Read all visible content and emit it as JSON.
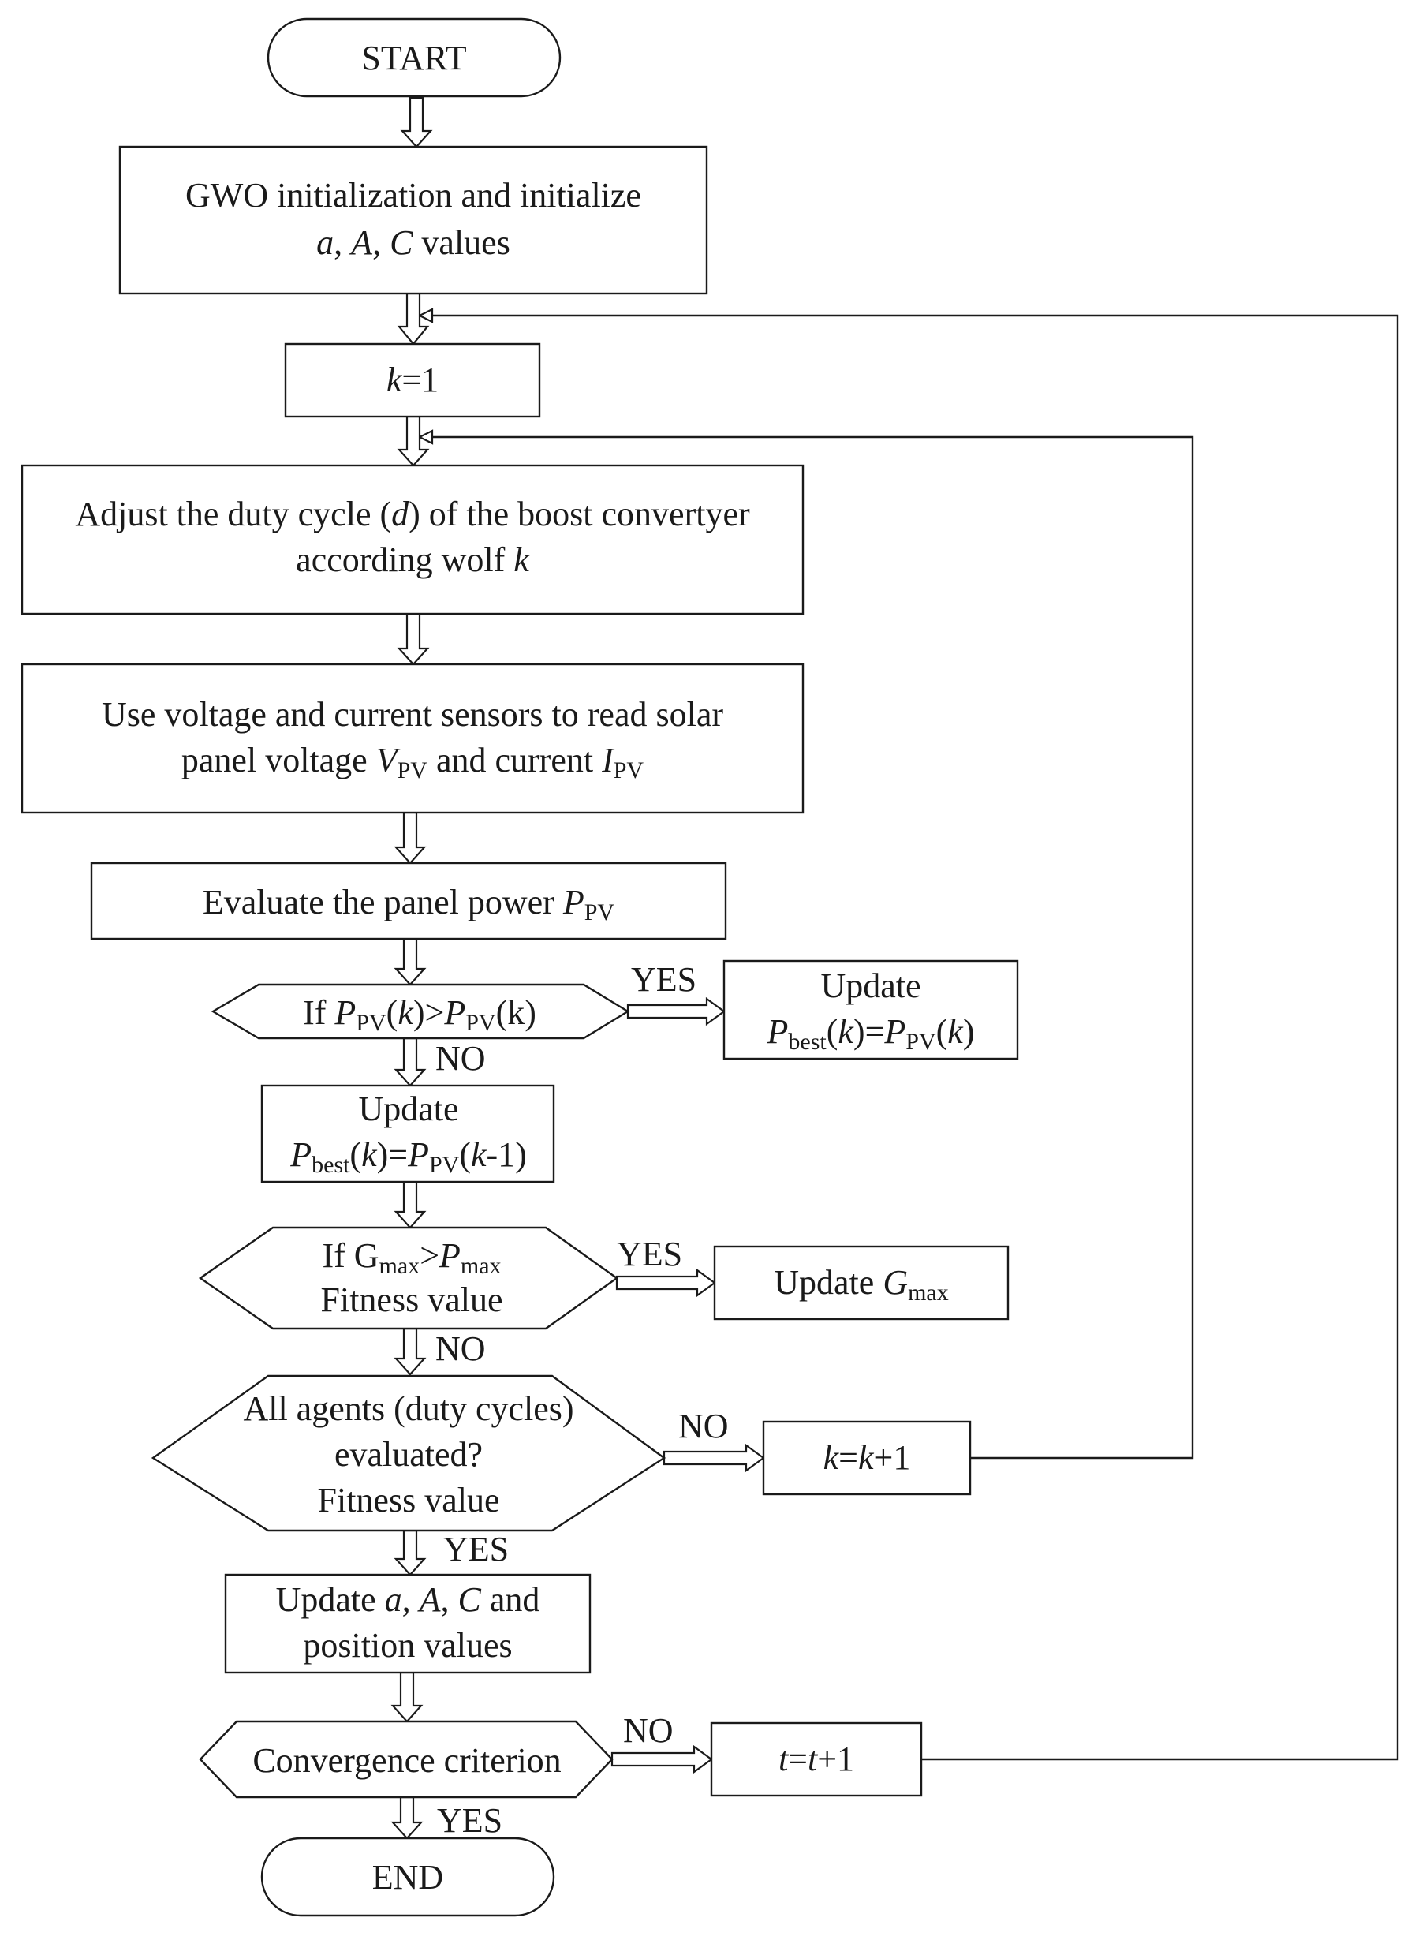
{
  "nodes": {
    "start": "START",
    "init": {
      "line1": "GWO initialization and initialize",
      "line2": "a, A, C values"
    },
    "k1": "k=1",
    "adjust": {
      "line1": "Adjust the duty cycle (d) of the boost convertyer",
      "line2": "according wolf k"
    },
    "sensors": {
      "line1": "Use voltage and current sensors to read solar",
      "line2": "panel voltage V_PV and current I_PV"
    },
    "evaluate": "Evaluate the panel power P_PV",
    "cond1": "If P_PV(k)>P_PV(k)",
    "update_yes1": {
      "line1": "Update",
      "line2": "P_best(k)=P_PV(k)"
    },
    "update_no1": {
      "line1": "Update",
      "line2": "P_best(k)=P_PV(k-1)"
    },
    "cond2": {
      "line1": "If G_max>P_max",
      "line2": "Fitness value"
    },
    "update_gmax": "Update G_max",
    "cond3": {
      "line1": "All agents (duty cycles)",
      "line2": "evaluated?",
      "line3": "Fitness value"
    },
    "kk1": "k=k+1",
    "update_aac": {
      "line1": "Update a, A, C and",
      "line2": "position values"
    },
    "convergence": "Convergence criterion",
    "tt1": "t=t+1",
    "end": "END"
  },
  "labels": {
    "cond1_yes": "YES",
    "cond1_no": "NO",
    "cond2_yes": "YES",
    "cond2_no": "NO",
    "cond3_no": "NO",
    "cond3_yes": "YES",
    "conv_no": "NO",
    "conv_yes": "YES"
  },
  "math": {
    "a": "a",
    "A": "A",
    "C": "C",
    "k": "k",
    "d": "d",
    "t": "t",
    "V": "V",
    "I": "I",
    "P": "P",
    "G": "G",
    "pv": "PV",
    "best": "best",
    "max": "max",
    "eq": "=",
    "gt": ">",
    "plus1": "+1",
    "minus1": "-1",
    "lp": "(",
    "rp": ")",
    "comma": ", ",
    "k_plain": "k"
  }
}
